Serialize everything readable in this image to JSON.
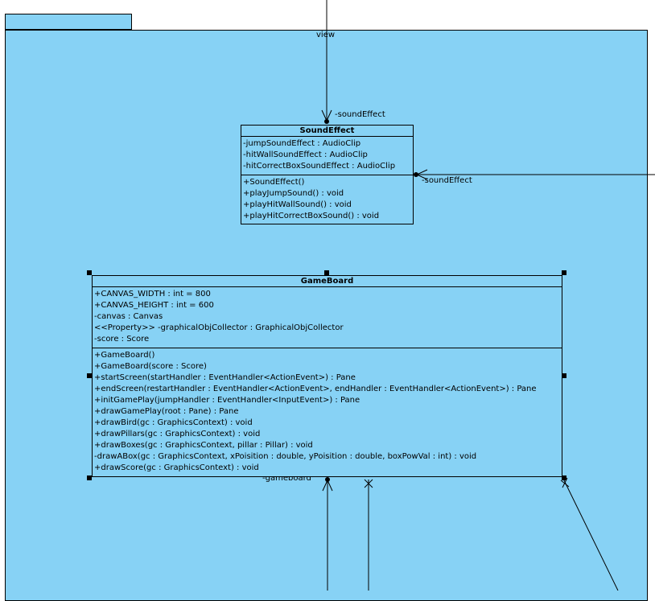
{
  "package": {
    "name": "view"
  },
  "classes": {
    "sound_effect": {
      "name": "SoundEffect",
      "attributes": [
        "-jumpSoundEffect : AudioClip",
        "-hitWallSoundEffect : AudioClip",
        "-hitCorrectBoxSoundEffect : AudioClip"
      ],
      "operations": [
        "+SoundEffect()",
        "+playJumpSound() : void",
        "+playHitWallSound() : void",
        "+playHitCorrectBoxSound() : void"
      ]
    },
    "game_board": {
      "name": "GameBoard",
      "attributes": [
        "+CANVAS_WIDTH : int = 800",
        "+CANVAS_HEIGHT : int = 600",
        "-canvas : Canvas",
        "<<Property>> -graphicalObjCollector : GraphicalObjCollector",
        "-score : Score"
      ],
      "operations": [
        "+GameBoard()",
        "+GameBoard(score : Score)",
        "+startScreen(startHandler : EventHandler<ActionEvent>) : Pane",
        "+endScreen(restartHandler : EventHandler<ActionEvent>, endHandler : EventHandler<ActionEvent>) : Pane",
        "+initGamePlay(jumpHandler : EventHandler<InputEvent>) : Pane",
        "+drawGamePlay(root : Pane) : Pane",
        "+drawBird(gc : GraphicsContext) : void",
        "+drawPillars(gc : GraphicsContext) : void",
        "+drawBoxes(gc : GraphicsContext, pillar : Pillar) : void",
        "-drawABox(gc : GraphicsContext, xPoisition : double, yPoisition : double, boxPowVal : int) : void",
        "+drawScore(gc : GraphicsContext) : void"
      ]
    }
  },
  "roles": {
    "sound_effect_top": "-soundEffect",
    "sound_effect_right": "-soundEffect",
    "gameboard_bottom": "-gameboard"
  }
}
